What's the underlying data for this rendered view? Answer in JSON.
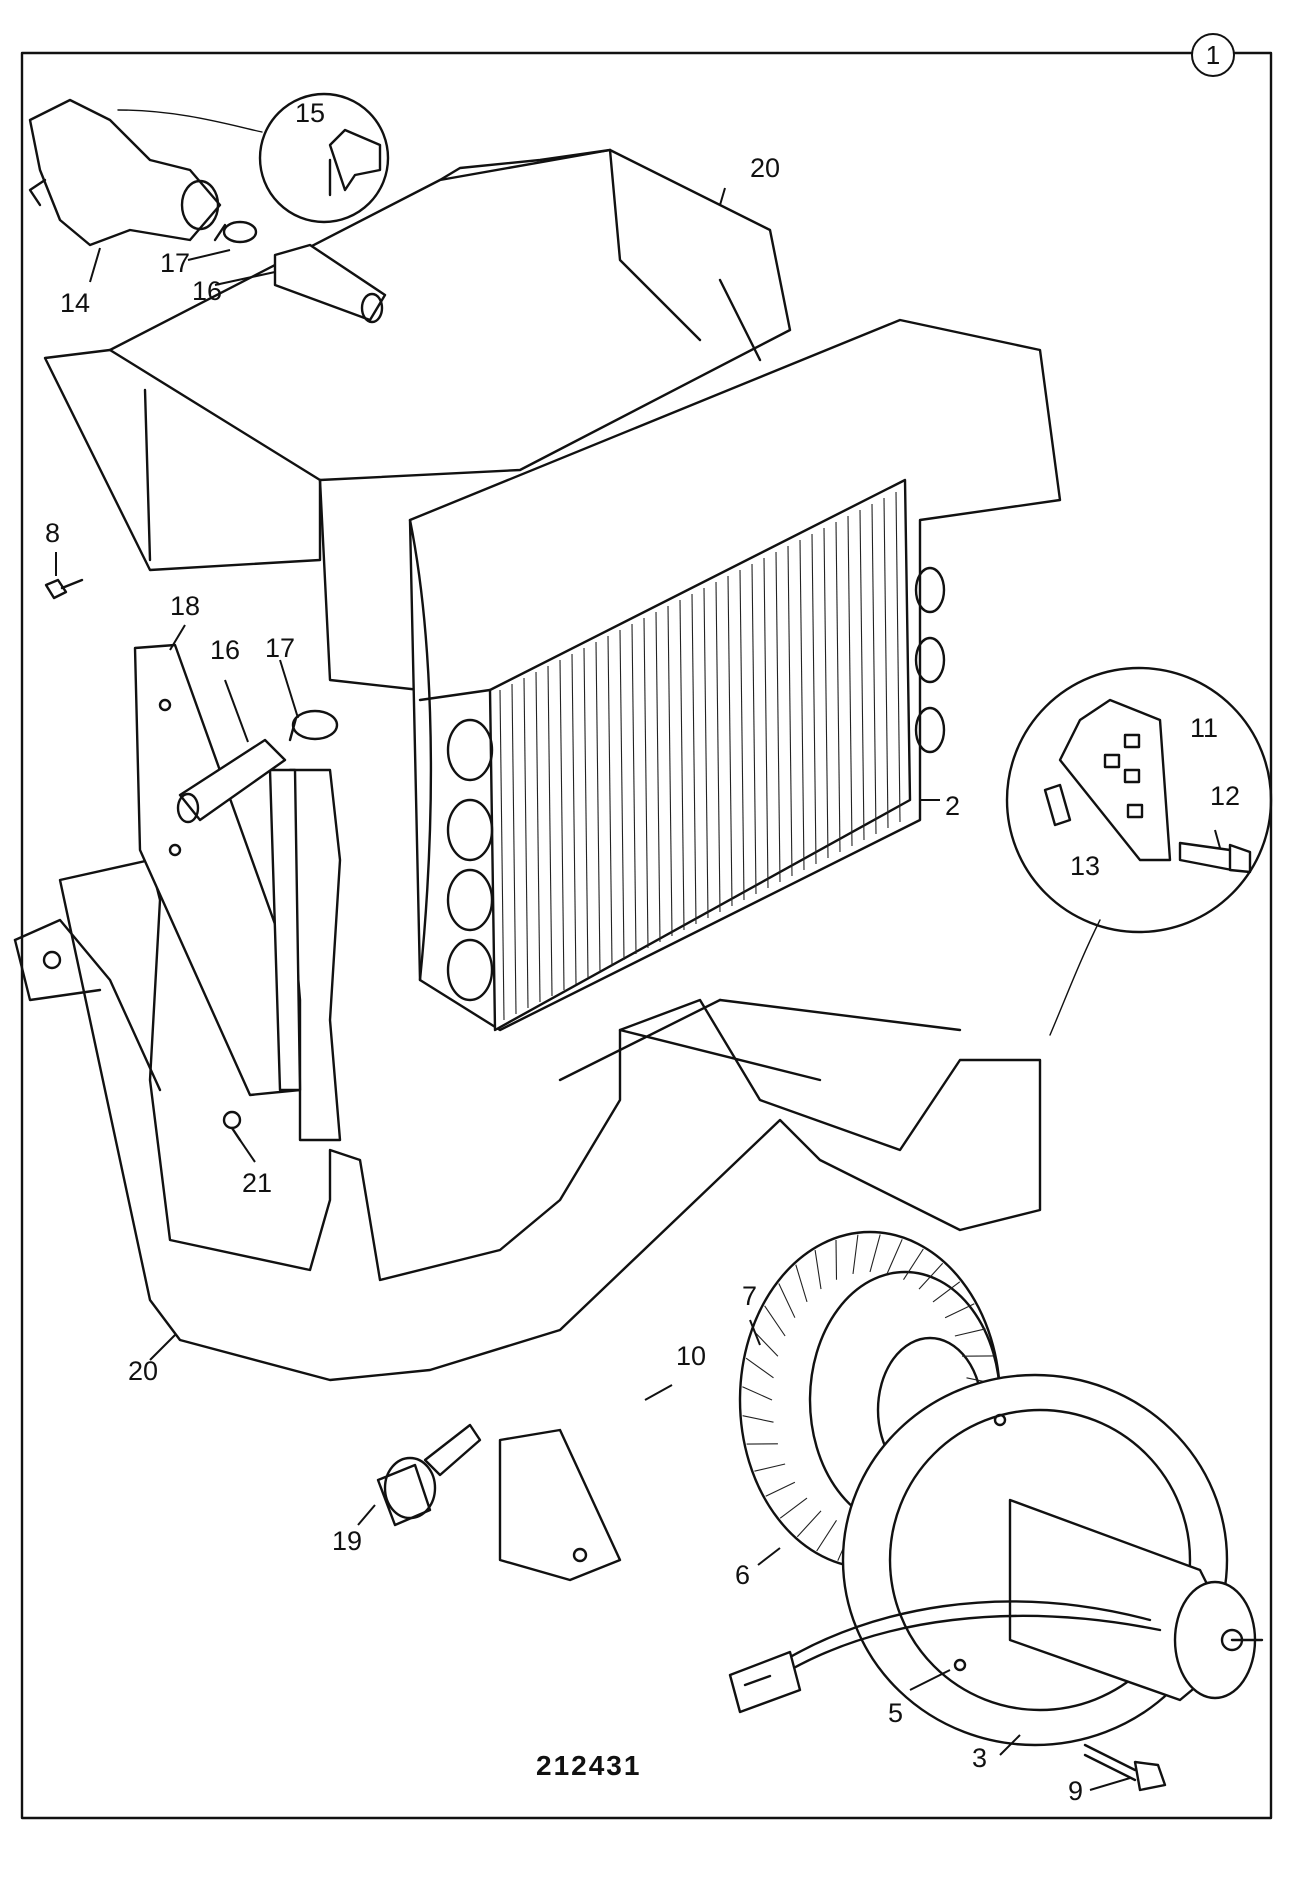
{
  "sheet_number": "1",
  "figure_number": "212431",
  "callouts": {
    "c1": "15",
    "c2": "20",
    "c3": "17",
    "c4": "16",
    "c5": "14",
    "c6": "8",
    "c7": "18",
    "c8": "16",
    "c9": "17",
    "c10": "11",
    "c11": "12",
    "c12": "2",
    "c13": "13",
    "c14": "21",
    "c15": "7",
    "c16": "10",
    "c17": "20",
    "c18": "19",
    "c19": "6",
    "c20": "5",
    "c21": "3",
    "c22": "9"
  }
}
